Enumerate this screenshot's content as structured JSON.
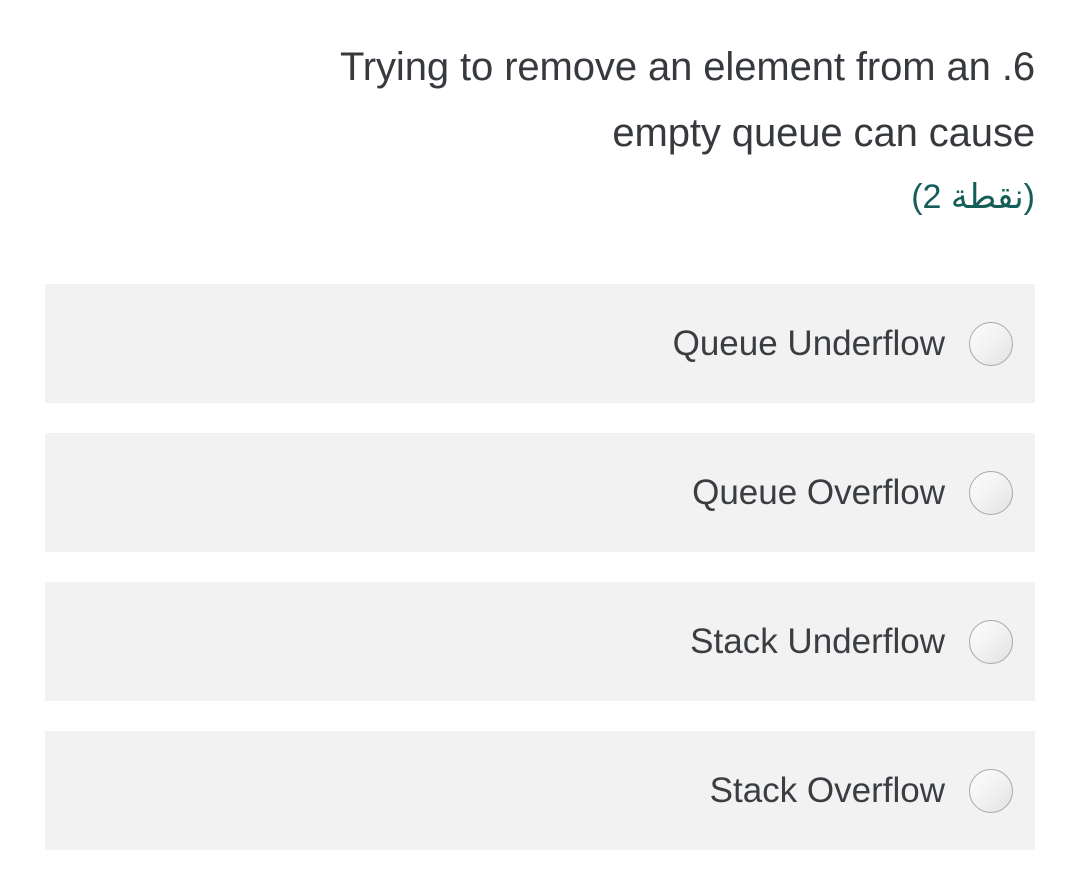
{
  "question": {
    "number": "6.",
    "text_line_1": "Trying to remove an element from an",
    "text_line_2": "empty queue can cause",
    "full_text": "‏6. Trying to remove an element from an\nempty queue can cause",
    "points_label": "(نقطة 2)",
    "points_value": "2",
    "points_color": "#155d59",
    "text_color": "#36393d"
  },
  "options": [
    {
      "label": "Queue Underflow",
      "selected": false,
      "icon": "radio-unselected-icon"
    },
    {
      "label": "Queue Overflow",
      "selected": false,
      "icon": "radio-unselected-icon"
    },
    {
      "label": "Stack Underflow",
      "selected": false,
      "icon": "radio-unselected-icon"
    },
    {
      "label": "Stack Overflow",
      "selected": false,
      "icon": "radio-unselected-icon"
    }
  ],
  "theme": {
    "page_background": "#ffffff",
    "option_background": "#f2f2f2",
    "radio_border": "#a9a9a9",
    "option_text_color": "#3a3d41"
  }
}
